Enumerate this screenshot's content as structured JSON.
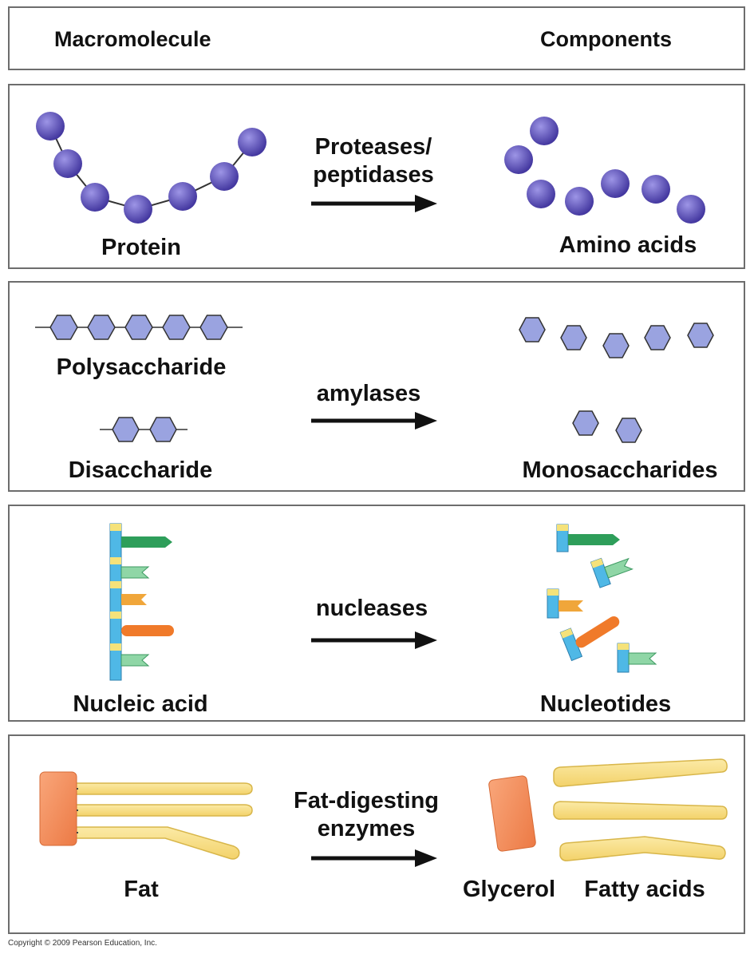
{
  "header": {
    "left": "Macromolecule",
    "right": "Components"
  },
  "rows": [
    {
      "id": "protein",
      "macromolecule": "Protein",
      "enzyme_line1": "Proteases/",
      "enzyme_line2": "peptidases",
      "product": "Amino acids"
    },
    {
      "id": "carb",
      "macromolecule_1": "Polysaccharide",
      "macromolecule_2": "Disaccharide",
      "enzyme": "amylases",
      "product": "Monosaccharides"
    },
    {
      "id": "nucleic",
      "macromolecule": "Nucleic acid",
      "enzyme": "nucleases",
      "product": "Nucleotides"
    },
    {
      "id": "fat",
      "macromolecule": "Fat",
      "enzyme_line1": "Fat-digesting",
      "enzyme_line2": "enzymes",
      "product_1": "Glycerol",
      "product_2": "Fatty acids"
    }
  ],
  "colors": {
    "amino_acid": "#5a4fb0",
    "sugar": "#9aa3e0",
    "backbone": "#4fb8e6",
    "base_green": "#2e9e5a",
    "base_lightgreen": "#8fd6a6",
    "base_orange": "#f0a63a",
    "base_red": "#f07a2a",
    "glycerol": "#f48a5a",
    "fatty_acid": "#f8e08a"
  },
  "copyright": "Copyright © 2009 Pearson Education, Inc."
}
